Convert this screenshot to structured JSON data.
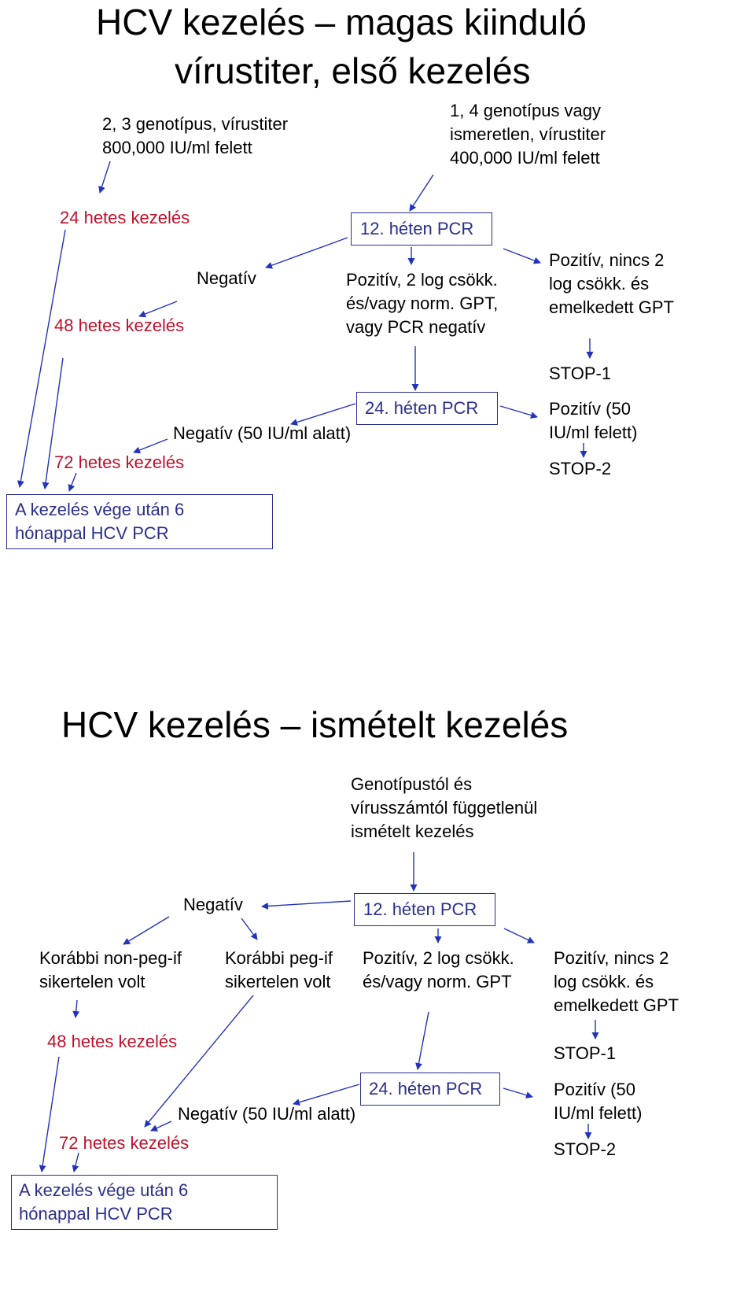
{
  "diagram1": {
    "title_line1": "HCV kezelés – magas kiinduló",
    "title_line2": "vírustiter, első kezelés",
    "cond_a_line1": "2, 3 genotípus, vírustiter",
    "cond_a_line2": "800,000 IU/ml felett",
    "cond_b_line1": "1, 4 genotípus vagy",
    "cond_b_line2": "ismeretlen, vírustiter",
    "cond_b_line3": "400,000 IU/ml felett",
    "treat24": "24 hetes kezelés",
    "treat48": "48 hetes kezelés",
    "treat72": "72 hetes kezelés",
    "pcr12": "12. héten PCR",
    "pcr24": "24. héten PCR",
    "negativ": "Negatív",
    "pos_mid_line1": "Pozitív, 2 log csökk.",
    "pos_mid_line2": "és/vagy norm. GPT,",
    "pos_mid_line3": "vagy PCR negatív",
    "pos_right_line1": "Pozitív, nincs  2",
    "pos_right_line2": "log csökk. és",
    "pos_right_line3": "emelkedett GPT",
    "stop1": "STOP-1",
    "neg50": "Negatív (50 IU/ml alatt)",
    "pos50_line1": "Pozitív (50",
    "pos50_line2": "IU/ml felett)",
    "stop2": "STOP-2",
    "final_line1": "A kezelés vége után 6",
    "final_line2": "hónappal HCV PCR"
  },
  "diagram2": {
    "title": "HCV kezelés – ismételt kezelés",
    "cond_line1": "Genotípustól és",
    "cond_line2": "vírusszámtól függetlenül",
    "cond_line3": "ismételt kezelés",
    "pcr12": "12. héten PCR",
    "negativ": "Negatív",
    "nonpeg_line1": "Korábbi non-peg-if",
    "nonpeg_line2": "sikertelen volt",
    "peg_line1": "Korábbi peg-if",
    "peg_line2": "sikertelen volt",
    "pos_mid_line1": "Pozitív, 2 log csökk.",
    "pos_mid_line2": "és/vagy norm. GPT",
    "pos_right_line1": "Pozitív, nincs  2",
    "pos_right_line2": "log csökk. és",
    "pos_right_line3": "emelkedett GPT",
    "treat48": "48 hetes kezelés",
    "stop1": "STOP-1",
    "pcr24": "24. héten PCR",
    "neg50": "Negatív (50 IU/ml alatt)",
    "pos50_line1": "Pozitív (50",
    "pos50_line2": "IU/ml felett)",
    "treat72": "72 hetes kezelés",
    "stop2": "STOP-2",
    "final_line1": "A kezelés vége után 6",
    "final_line2": "hónappal HCV PCR"
  },
  "colors": {
    "arrow": "#2233bb",
    "box_border": "#2a2f8c",
    "treatment_text": "#c0102a",
    "box_text": "#2a2f8c"
  }
}
